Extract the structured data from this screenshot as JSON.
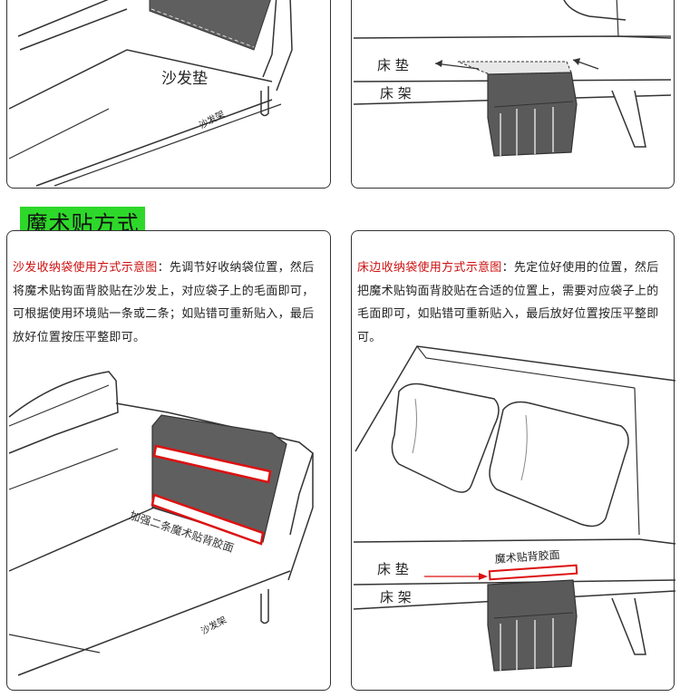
{
  "top_left": {
    "cushion_label": "沙发垫",
    "frame_label": "沙发架"
  },
  "top_right": {
    "mattress_label": "床 垫",
    "frame_label": "床 架"
  },
  "section_tab": "魔术贴方式",
  "bottom_left": {
    "desc_red": "沙发收纳袋使用方式示意图",
    "desc_body": "：先调节好收纳袋位置，然后将魔术贴钩面背胶贴在沙发上，对应袋子上的毛面即可，可根据使用环境贴一条或二条；如贴错可重新贴入，最后放好位置按压平整即可。",
    "strip_label": "加强二条魔术贴背胶面",
    "frame_label": "沙发架"
  },
  "bottom_right": {
    "desc_red": "床边收纳袋使用方式示意图",
    "desc_body": "：先定位好使用的位置，然后把魔术贴钩面背胶贴在合适的位置上，需要对应袋子上的毛面即可，如贴错可重新贴入，最后放好位置按压平整即可。",
    "strip_label": "魔术贴背胶面",
    "mattress_label": "床 垫",
    "frame_label": "床 架"
  },
  "colors": {
    "tab_green": "#2ed82a",
    "accent_red": "#cc1111",
    "pocket_gray": "#5a5a5a"
  }
}
